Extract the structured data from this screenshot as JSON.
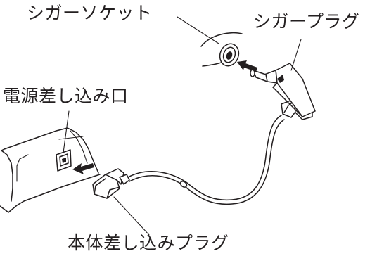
{
  "labels": {
    "cigar_socket": "シガーソケット",
    "cigar_plug": "シガープラグ",
    "power_inlet": "電源差し込み口",
    "body_plug": "本体差し込みプラグ"
  },
  "colors": {
    "ink": "#231f20",
    "background": "#ffffff"
  }
}
